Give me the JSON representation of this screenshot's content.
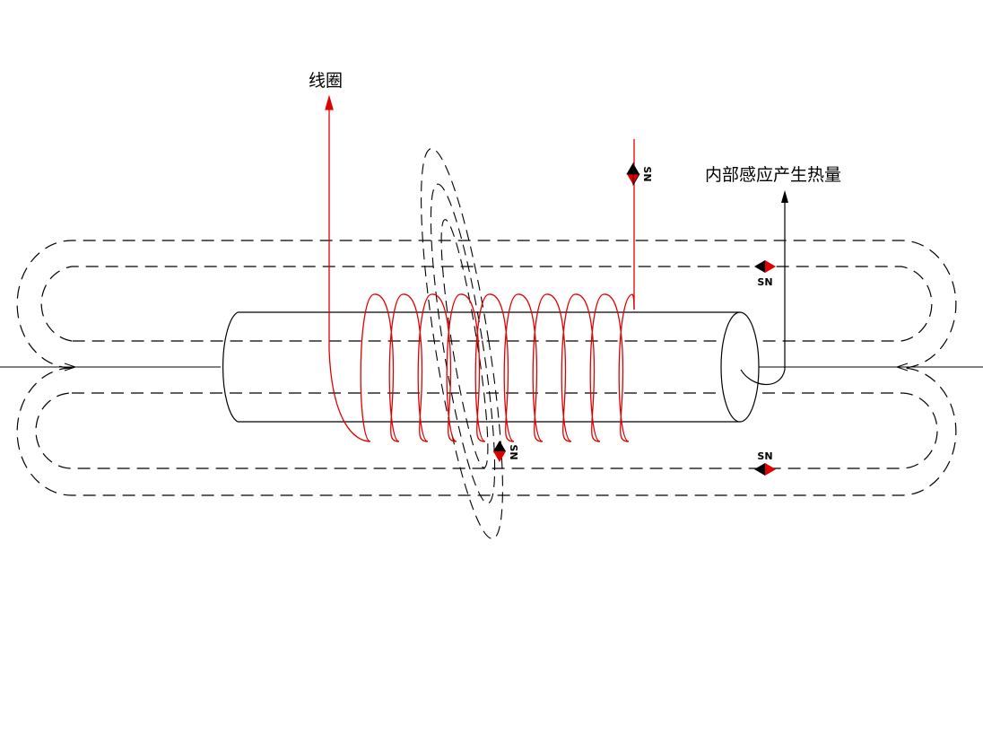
{
  "labels": {
    "coil": "线圈",
    "heat": "内部感应产生热量"
  },
  "pole_markers": [
    {
      "id": "pole-top-right",
      "text": "SN",
      "orientation": "vertical"
    },
    {
      "id": "pole-bottom-center",
      "text": "SN",
      "orientation": "vertical"
    },
    {
      "id": "pole-right-upper",
      "text": "SN",
      "orientation": "horizontal"
    },
    {
      "id": "pole-right-lower",
      "text": "SN",
      "orientation": "horizontal"
    }
  ],
  "colors": {
    "coil": "#e00000",
    "field_lines": "#000000",
    "rod_outline": "#000000",
    "marker_dark": "#000000",
    "marker_red": "#e00000",
    "background": "#ffffff"
  }
}
